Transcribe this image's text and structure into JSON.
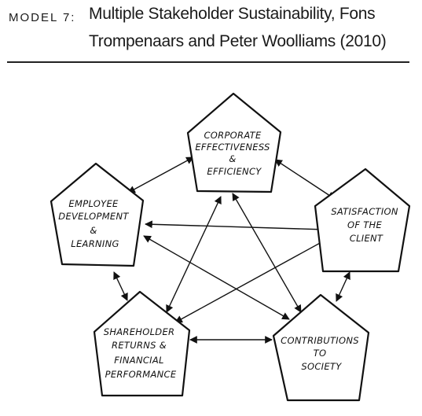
{
  "header": {
    "model_label": "MODEL 7:",
    "title_line1": "Multiple Stakeholder Sustainability, Fons",
    "title_line2": "Trompenaars and Peter Woolliams (2010)"
  },
  "nodes": {
    "corporate": {
      "lines": [
        "CORPORATE",
        "EFFECTIVENESS",
        "&",
        "EFFICIENCY"
      ]
    },
    "employee": {
      "lines": [
        "EMPLOYEE",
        "DEVELOPMENT",
        "&",
        "LEARNING"
      ]
    },
    "client": {
      "lines": [
        "SATISFACTION",
        "OF THE",
        "CLIENT"
      ]
    },
    "shareholder": {
      "lines": [
        "SHAREHOLDER",
        "RETURNS &",
        "FINANCIAL",
        "PERFORMANCE"
      ]
    },
    "society": {
      "lines": [
        "CONTRIBUTIONS",
        "TO",
        "SOCIETY"
      ]
    }
  }
}
